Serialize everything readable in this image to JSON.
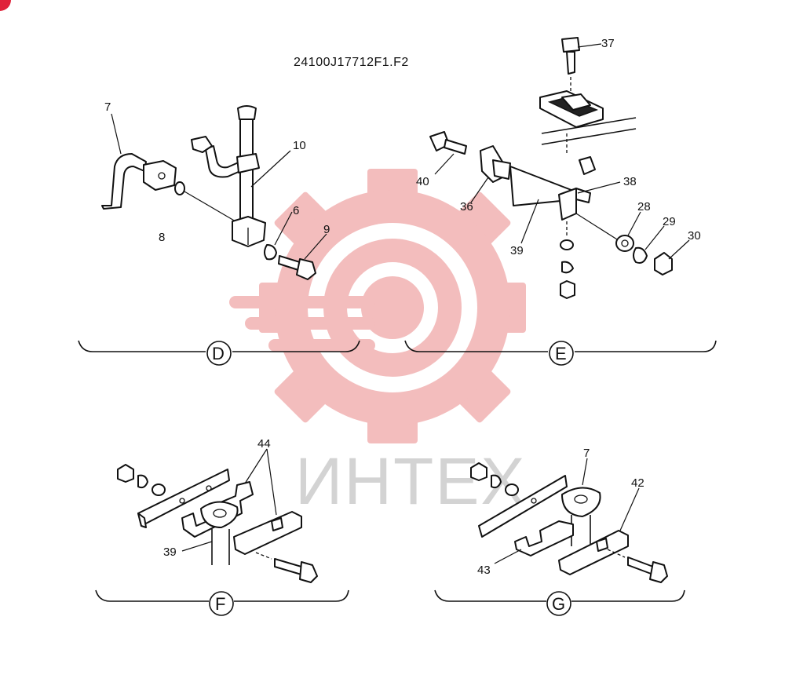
{
  "diagram": {
    "title": "24100J17712F1.F2",
    "watermark_text": "ИНТЕХ",
    "watermark_color": "#f2b6b6",
    "corner_badge_color": "#e0223a",
    "sections": [
      "D",
      "E",
      "F",
      "G"
    ],
    "callouts": {
      "D": [
        "7",
        "8",
        "10",
        "6",
        "9"
      ],
      "E": [
        "37",
        "40",
        "36",
        "39",
        "38",
        "28",
        "29",
        "30"
      ],
      "F": [
        "44",
        "39"
      ],
      "G": [
        "7",
        "42",
        "43"
      ]
    }
  }
}
